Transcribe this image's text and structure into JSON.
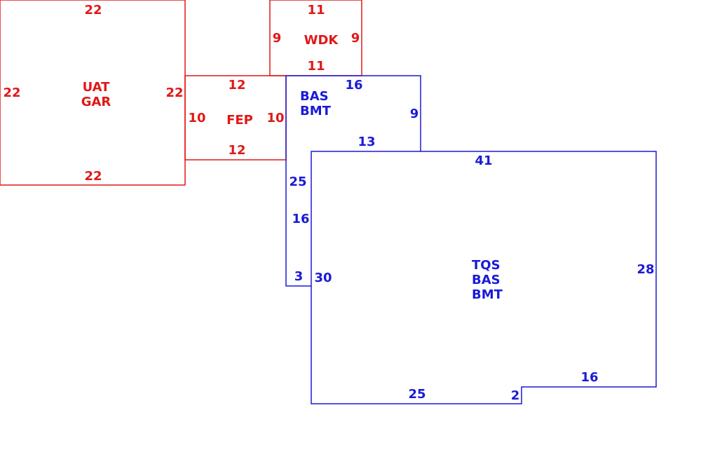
{
  "colors": {
    "red": "#e01818",
    "blue": "#1a1ad6"
  },
  "areas": {
    "uat_gar": {
      "label_1": "UAT",
      "label_2": "GAR",
      "top": "22",
      "bottom": "22",
      "left": "22",
      "right": "22"
    },
    "wdk": {
      "label": "WDK",
      "top": "11",
      "bottom": "11",
      "left": "9",
      "right": "9"
    },
    "fep": {
      "label": "FEP",
      "top": "12",
      "bottom": "12",
      "left": "10",
      "right": "10"
    },
    "bas_bmt_upper": {
      "label_1": "BAS",
      "label_2": "BMT",
      "top": "16",
      "right": "9",
      "bottom": "13"
    },
    "connector": {
      "left_upper": "25",
      "left_lower": "16",
      "bottom": "3"
    },
    "tqs_bas_bmt": {
      "label_1": "TQS",
      "label_2": "BAS",
      "label_3": "BMT",
      "top": "41",
      "right": "28",
      "left": "30",
      "bottom_right": "16",
      "step": "2",
      "bottom_left": "25"
    }
  }
}
